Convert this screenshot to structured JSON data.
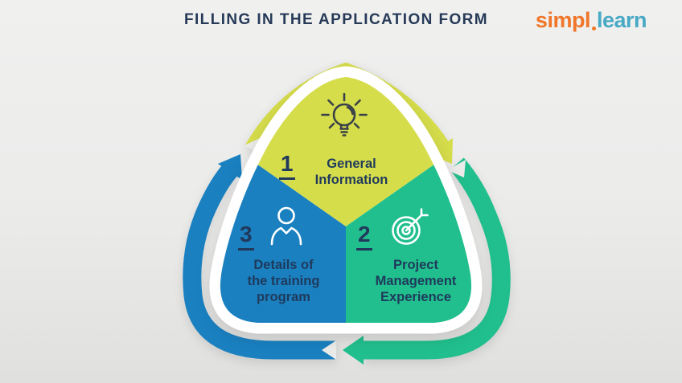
{
  "header": {
    "title": "FILLING IN THE APPLICATION FORM"
  },
  "logo": {
    "text": "simplilearn",
    "part1": "simpl",
    "part2": "learn",
    "part1_color": "#F0762A",
    "part2_color": "#48A9C5"
  },
  "theme": {
    "background": "#EBEBEA",
    "text_color": "#21395C",
    "halo_color": "#FFFFFF"
  },
  "diagram": {
    "type": "triangular-cycle",
    "flow_direction": "clockwise",
    "sections": [
      {
        "number": "1",
        "position": "top",
        "label": "General Information",
        "lines": [
          "General",
          "Information"
        ],
        "color": "#D6DD4B",
        "icon": "lightbulb-icon",
        "icon_color": "#3A4148"
      },
      {
        "number": "2",
        "position": "bottom-right",
        "label": "Project Management Experience",
        "lines": [
          "Project",
          "Management",
          "Experience"
        ],
        "color": "#21BF8D",
        "icon": "target-icon",
        "icon_color": "#FFFFFF"
      },
      {
        "number": "3",
        "position": "bottom-left",
        "label": "Details of the training program",
        "lines": [
          "Details of",
          "the training",
          "program"
        ],
        "color": "#1A80C0",
        "icon": "person-icon",
        "icon_color": "#FFFFFF"
      }
    ]
  }
}
